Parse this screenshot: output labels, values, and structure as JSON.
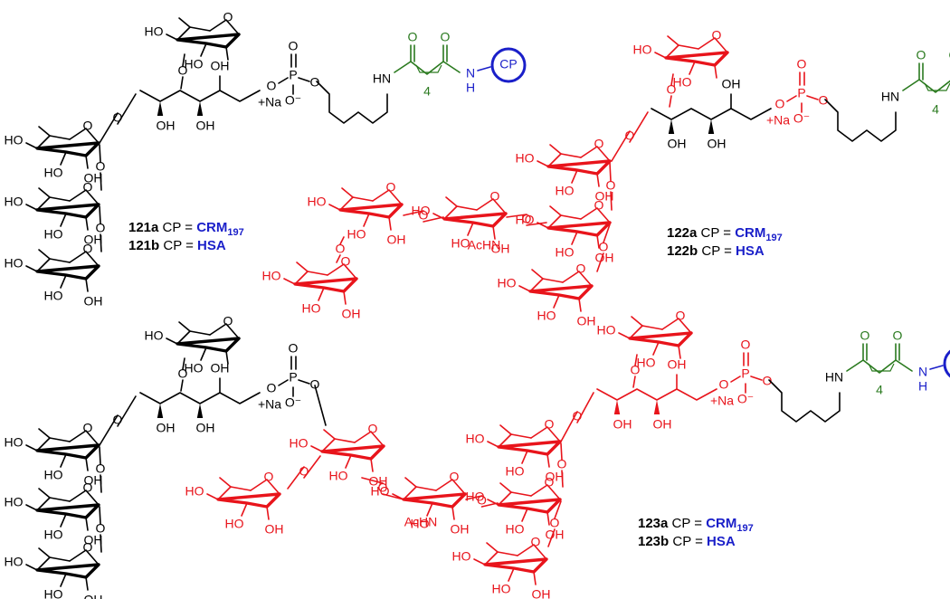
{
  "colors": {
    "black_structure": "#000000",
    "red_oligosaccharide": "#e8141b",
    "green_linker": "#2a7a1f",
    "blue_carrier": "#1a1fc9"
  },
  "atom_labels": {
    "OH": "OH",
    "HO": "HO",
    "O": "O",
    "P": "P",
    "Na": "+Na",
    "Ominus": "O⁻",
    "NH": "NH",
    "HN": "HN",
    "H": "H",
    "N": "N",
    "AcHN": "AcHN",
    "four": "4",
    "CP": "CP"
  },
  "compounds": [
    {
      "id": "121a",
      "prefix": "CP = ",
      "carrier": "CRM",
      "carrier_sub": "197"
    },
    {
      "id": "121b",
      "prefix": "CP = ",
      "carrier": "HSA",
      "carrier_sub": ""
    },
    {
      "id": "122a",
      "prefix": "CP = ",
      "carrier": "CRM",
      "carrier_sub": "197"
    },
    {
      "id": "122b",
      "prefix": "CP = ",
      "carrier": "HSA",
      "carrier_sub": ""
    },
    {
      "id": "123a",
      "prefix": "CP = ",
      "carrier": "CRM",
      "carrier_sub": "197"
    },
    {
      "id": "123b",
      "prefix": "CP = ",
      "carrier": "HSA",
      "carrier_sub": ""
    }
  ]
}
